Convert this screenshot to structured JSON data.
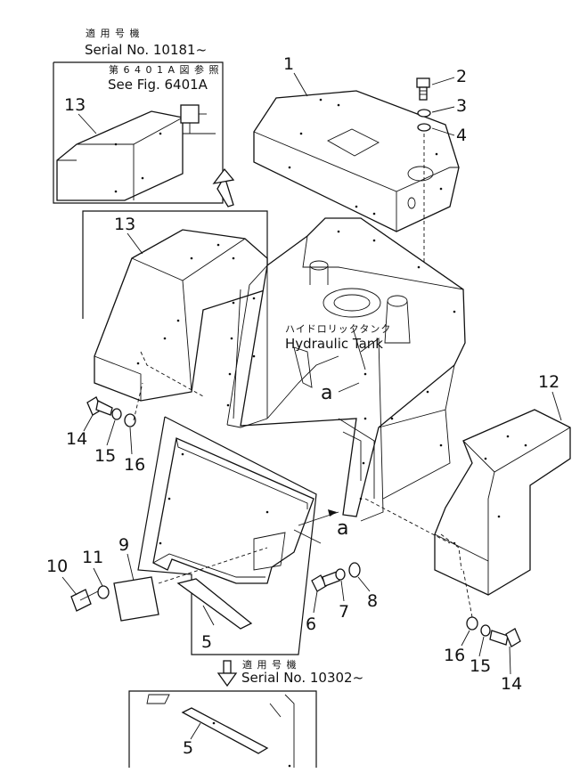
{
  "notes": {
    "serial_top_jp": "適 用 号 機",
    "serial_top_en": "Serial No. 10181~",
    "see_fig_jp": "第 6 4 0 1 A 図 参 照",
    "see_fig_en": "See Fig. 6401A",
    "hydraulic_tank_jp": "ハイドロリックタンク",
    "hydraulic_tank_en": "Hydraulic Tank",
    "serial_bottom_jp": "適 用 号 機",
    "serial_bottom_en": "Serial No. 10302~"
  },
  "view_ref": "a",
  "part_numbers": {
    "p1": "1",
    "p2": "2",
    "p3": "3",
    "p4": "4",
    "p5_main": "5",
    "p5_inset": "5",
    "p6": "6",
    "p7": "7",
    "p8": "8",
    "p9": "9",
    "p10": "10",
    "p11": "11",
    "p12": "12",
    "p13_inset": "13",
    "p13_main": "13",
    "p14_left": "14",
    "p15_left": "15",
    "p16_left": "16",
    "p14_right": "14",
    "p15_right": "15",
    "p16_right": "16"
  }
}
